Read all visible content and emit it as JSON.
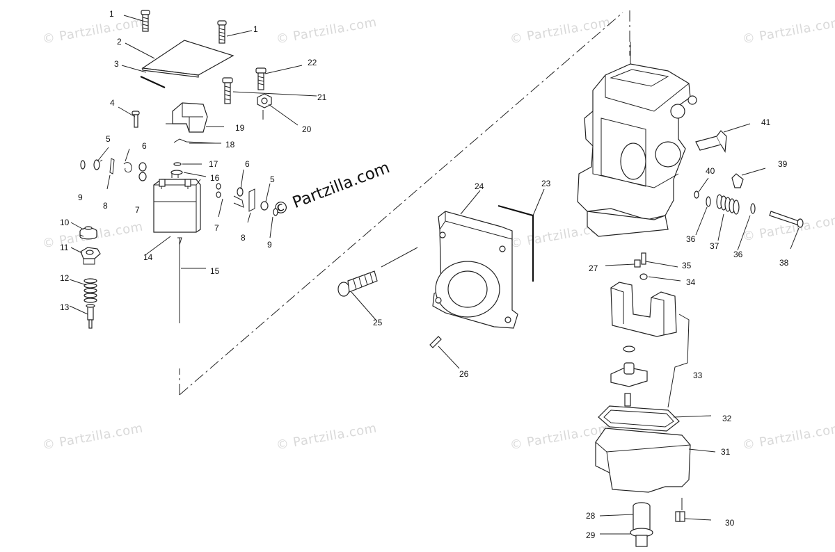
{
  "diagram": {
    "watermark_small": "© Partzilla.com",
    "watermark_big": "© Partzilla.com",
    "callouts": [
      "1",
      "1",
      "2",
      "3",
      "4",
      "5",
      "6",
      "7",
      "8",
      "9",
      "10",
      "11",
      "12",
      "13",
      "14",
      "15",
      "16",
      "17",
      "18",
      "19",
      "20",
      "21",
      "22",
      "5",
      "6",
      "7",
      "8",
      "9",
      "23",
      "24",
      "25",
      "26",
      "27",
      "28",
      "29",
      "30",
      "31",
      "32",
      "33",
      "34",
      "35",
      "36",
      "36",
      "37",
      "38",
      "39",
      "40",
      "41"
    ]
  }
}
